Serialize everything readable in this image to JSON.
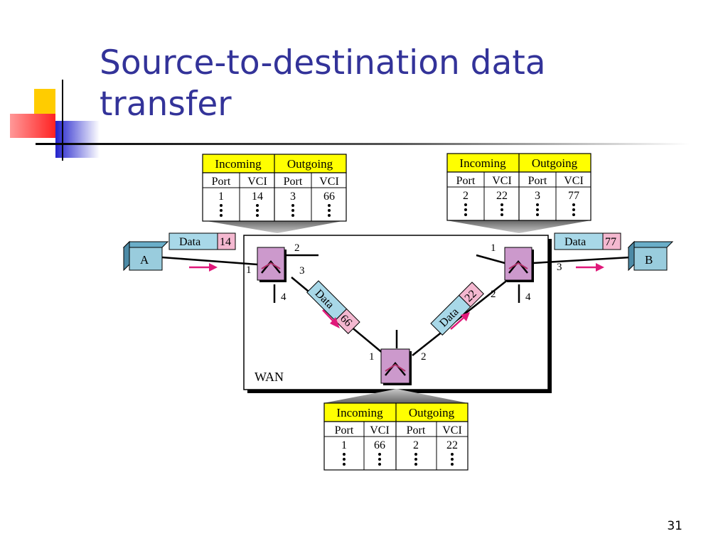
{
  "slide": {
    "title_line1": "Source-to-destination data",
    "title_line2": "transfer",
    "number": "31"
  },
  "colors": {
    "title": "#333399",
    "header_fill": "#ffff00",
    "node_fill": "#99ccdd",
    "switch_fill": "#cc99cc",
    "arrow": "#e0187a",
    "data_box": "#a8d8e8",
    "vci_box": "#f4b8d0"
  },
  "tables": {
    "headers": {
      "incoming": "Incoming",
      "outgoing": "Outgoing"
    },
    "columns": [
      "Port",
      "VCI",
      "Port",
      "VCI"
    ],
    "left": {
      "row": [
        "1",
        "14",
        "3",
        "66"
      ]
    },
    "right": {
      "row": [
        "2",
        "22",
        "3",
        "77"
      ]
    },
    "bottom": {
      "row": [
        "1",
        "66",
        "2",
        "22"
      ]
    }
  },
  "nodes": {
    "a": "A",
    "b": "B"
  },
  "wan_label": "WAN",
  "frames": {
    "data_label": "Data",
    "a_vci": "14",
    "mid_left_vci": "66",
    "mid_right_vci": "22",
    "b_vci": "77"
  },
  "ports": {
    "left_switch": {
      "p1": "1",
      "p2": "2",
      "p3": "3",
      "p4": "4"
    },
    "right_switch": {
      "p1": "1",
      "p2": "2",
      "p3": "3",
      "p4": "4"
    },
    "bottom_switch": {
      "p1": "1",
      "p2": "2"
    }
  }
}
